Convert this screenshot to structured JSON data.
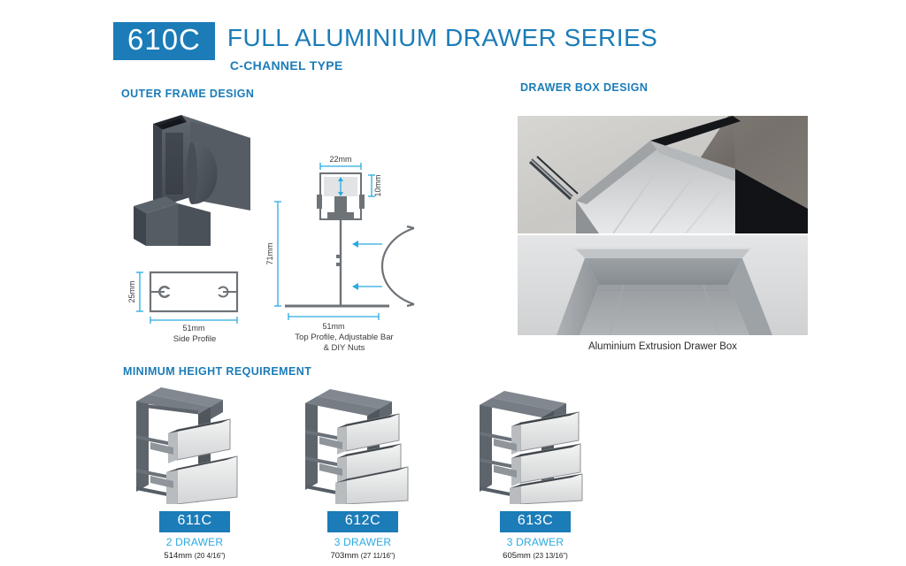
{
  "header": {
    "series_code": "610C",
    "title": "FULL ALUMINIUM DRAWER SERIES",
    "subtitle": "C-CHANNEL TYPE"
  },
  "sections": {
    "outer_frame": "OUTER FRAME DESIGN",
    "drawer_box": "DRAWER BOX DESIGN",
    "min_height": "MINIMUM HEIGHT REQUIREMENT"
  },
  "drawings": {
    "side_profile": {
      "caption": "Side Profile",
      "width_label": "51mm",
      "height_label": "25mm"
    },
    "top_profile": {
      "caption_line1": "Top Profile, Adjustable Bar",
      "caption_line2": "& DIY Nuts",
      "top_width_label": "22mm",
      "top_height_label": "10mm",
      "total_height_label": "71mm",
      "base_width_label": "51mm"
    }
  },
  "drawer_box": {
    "caption": "Aluminium Extrusion Drawer Box"
  },
  "models": [
    {
      "code": "611C",
      "drawers": "2 DRAWER",
      "size_mm": "514mm",
      "size_inch": "(20 4/16\")"
    },
    {
      "code": "612C",
      "drawers": "3 DRAWER",
      "size_mm": "703mm",
      "size_inch": "(27 11/16\")"
    },
    {
      "code": "613C",
      "drawers": "3 DRAWER",
      "size_mm": "605mm",
      "size_inch": "(23 13/16\")"
    }
  ],
  "colors": {
    "brand_blue": "#1b7cb8",
    "accent_blue": "#29abe2",
    "metal_dark": "#4a4f55",
    "metal_light": "#d9dadb"
  }
}
